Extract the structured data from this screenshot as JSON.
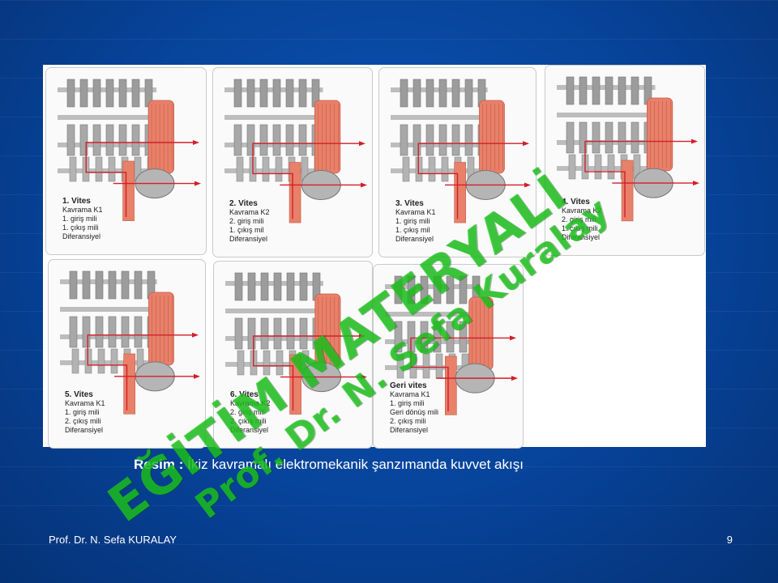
{
  "panels": [
    {
      "title": "1. Vites",
      "lines": [
        "Kavrama K1",
        "1. giriş mili",
        "1. çıkış mili",
        "Diferansiyel"
      ]
    },
    {
      "title": "2. Vites",
      "lines": [
        "Kavrama K2",
        "2. giriş mili",
        "1. çıkış mil",
        "Diferansiyel"
      ]
    },
    {
      "title": "3. Vites",
      "lines": [
        "Kavrama K1",
        "1. giriş mili",
        "1. çıkış mil",
        "Diferansiyel"
      ]
    },
    {
      "title": "4. Vites",
      "lines": [
        "Kavrama K2",
        "2. giriş mili",
        "1. çıkış mili",
        "Diferansiyel"
      ]
    },
    {
      "title": "5. Vites",
      "lines": [
        "Kavrama K1",
        "1. giriş mili",
        "2. çıkış mili",
        "Diferansiyel"
      ]
    },
    {
      "title": "6. Vites",
      "lines": [
        "Kavrama K2",
        "2. giriş mili",
        "2. çıkış mili",
        "Diferansiyel"
      ]
    },
    {
      "title": "Geri vites",
      "lines": [
        "Kavrama K1",
        "1. giriş mili",
        "Geri dönüş mili",
        "2. çıkış mili",
        "Diferansiyel"
      ]
    }
  ],
  "caption": {
    "prefix": "Resim :",
    "text": " İkiz kavramalı elektromekanik şanzımanda kuvvet akışı"
  },
  "footer": {
    "author": "Prof. Dr. N. Sefa KURALAY",
    "page": "9"
  },
  "watermark": {
    "line1": "EĞİTİM MATERYALİ",
    "line2": "Prof. Dr. N. Sefa Kuralay"
  },
  "colors": {
    "power_flow": "#d21f2a",
    "clutch": "#e8806a",
    "background": "#0a4aa6",
    "watermark": "#1ec81e"
  }
}
